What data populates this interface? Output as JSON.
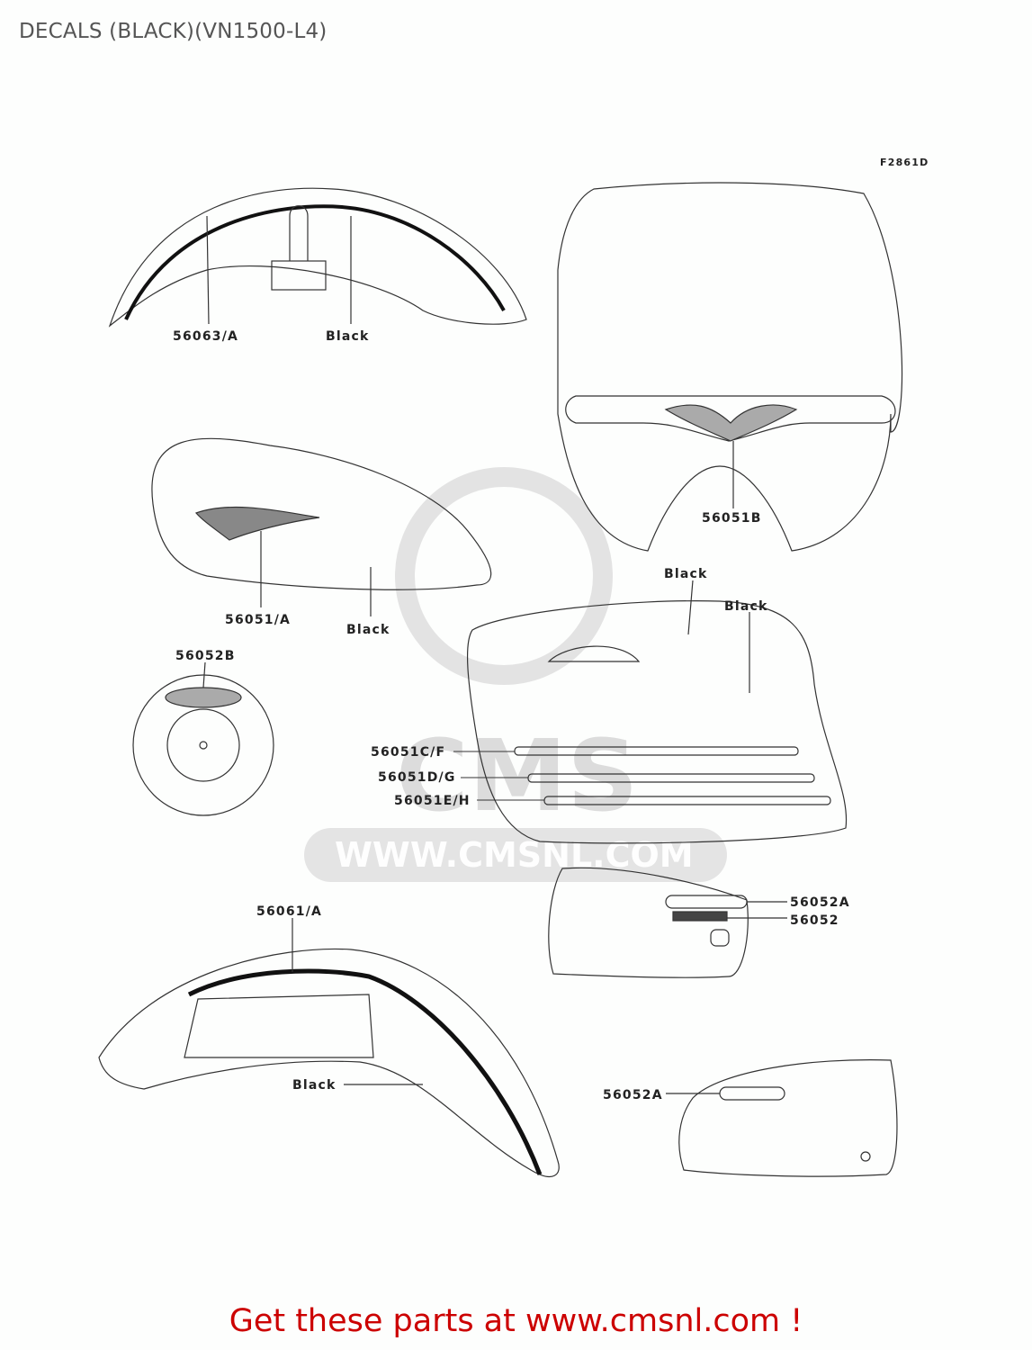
{
  "page": {
    "title": "DECALS (BLACK)(VN1500-L4)",
    "figure_code": "F2861D",
    "footer": "Get these parts at www.cmsnl.com !",
    "watermark_url": "WWW.CMSNL.COM",
    "watermark_brand": "CMS"
  },
  "callouts": {
    "front_fender_stripe": "56063/A",
    "front_fender_color": "Black",
    "windshield_emblem": "56051B",
    "tank_emblem": "56051/A",
    "tank_color": "Black",
    "bag_color_top": "Black",
    "bag_color_right": "Black",
    "air_cleaner_emblem": "56052B",
    "bag_stripe_1": "56051C/F",
    "bag_stripe_2": "56051D/G",
    "bag_stripe_3": "56051E/H",
    "side_cover_emblem_a": "56052A",
    "side_cover_emblem": "56052",
    "rear_fender_stripe": "56061/A",
    "rear_fender_color": "Black",
    "side_cover_left_emblem": "56052A"
  },
  "colors": {
    "footer": "#cc0000",
    "title": "#555555",
    "line": "#333333",
    "watermark": "#d9d9d9"
  }
}
